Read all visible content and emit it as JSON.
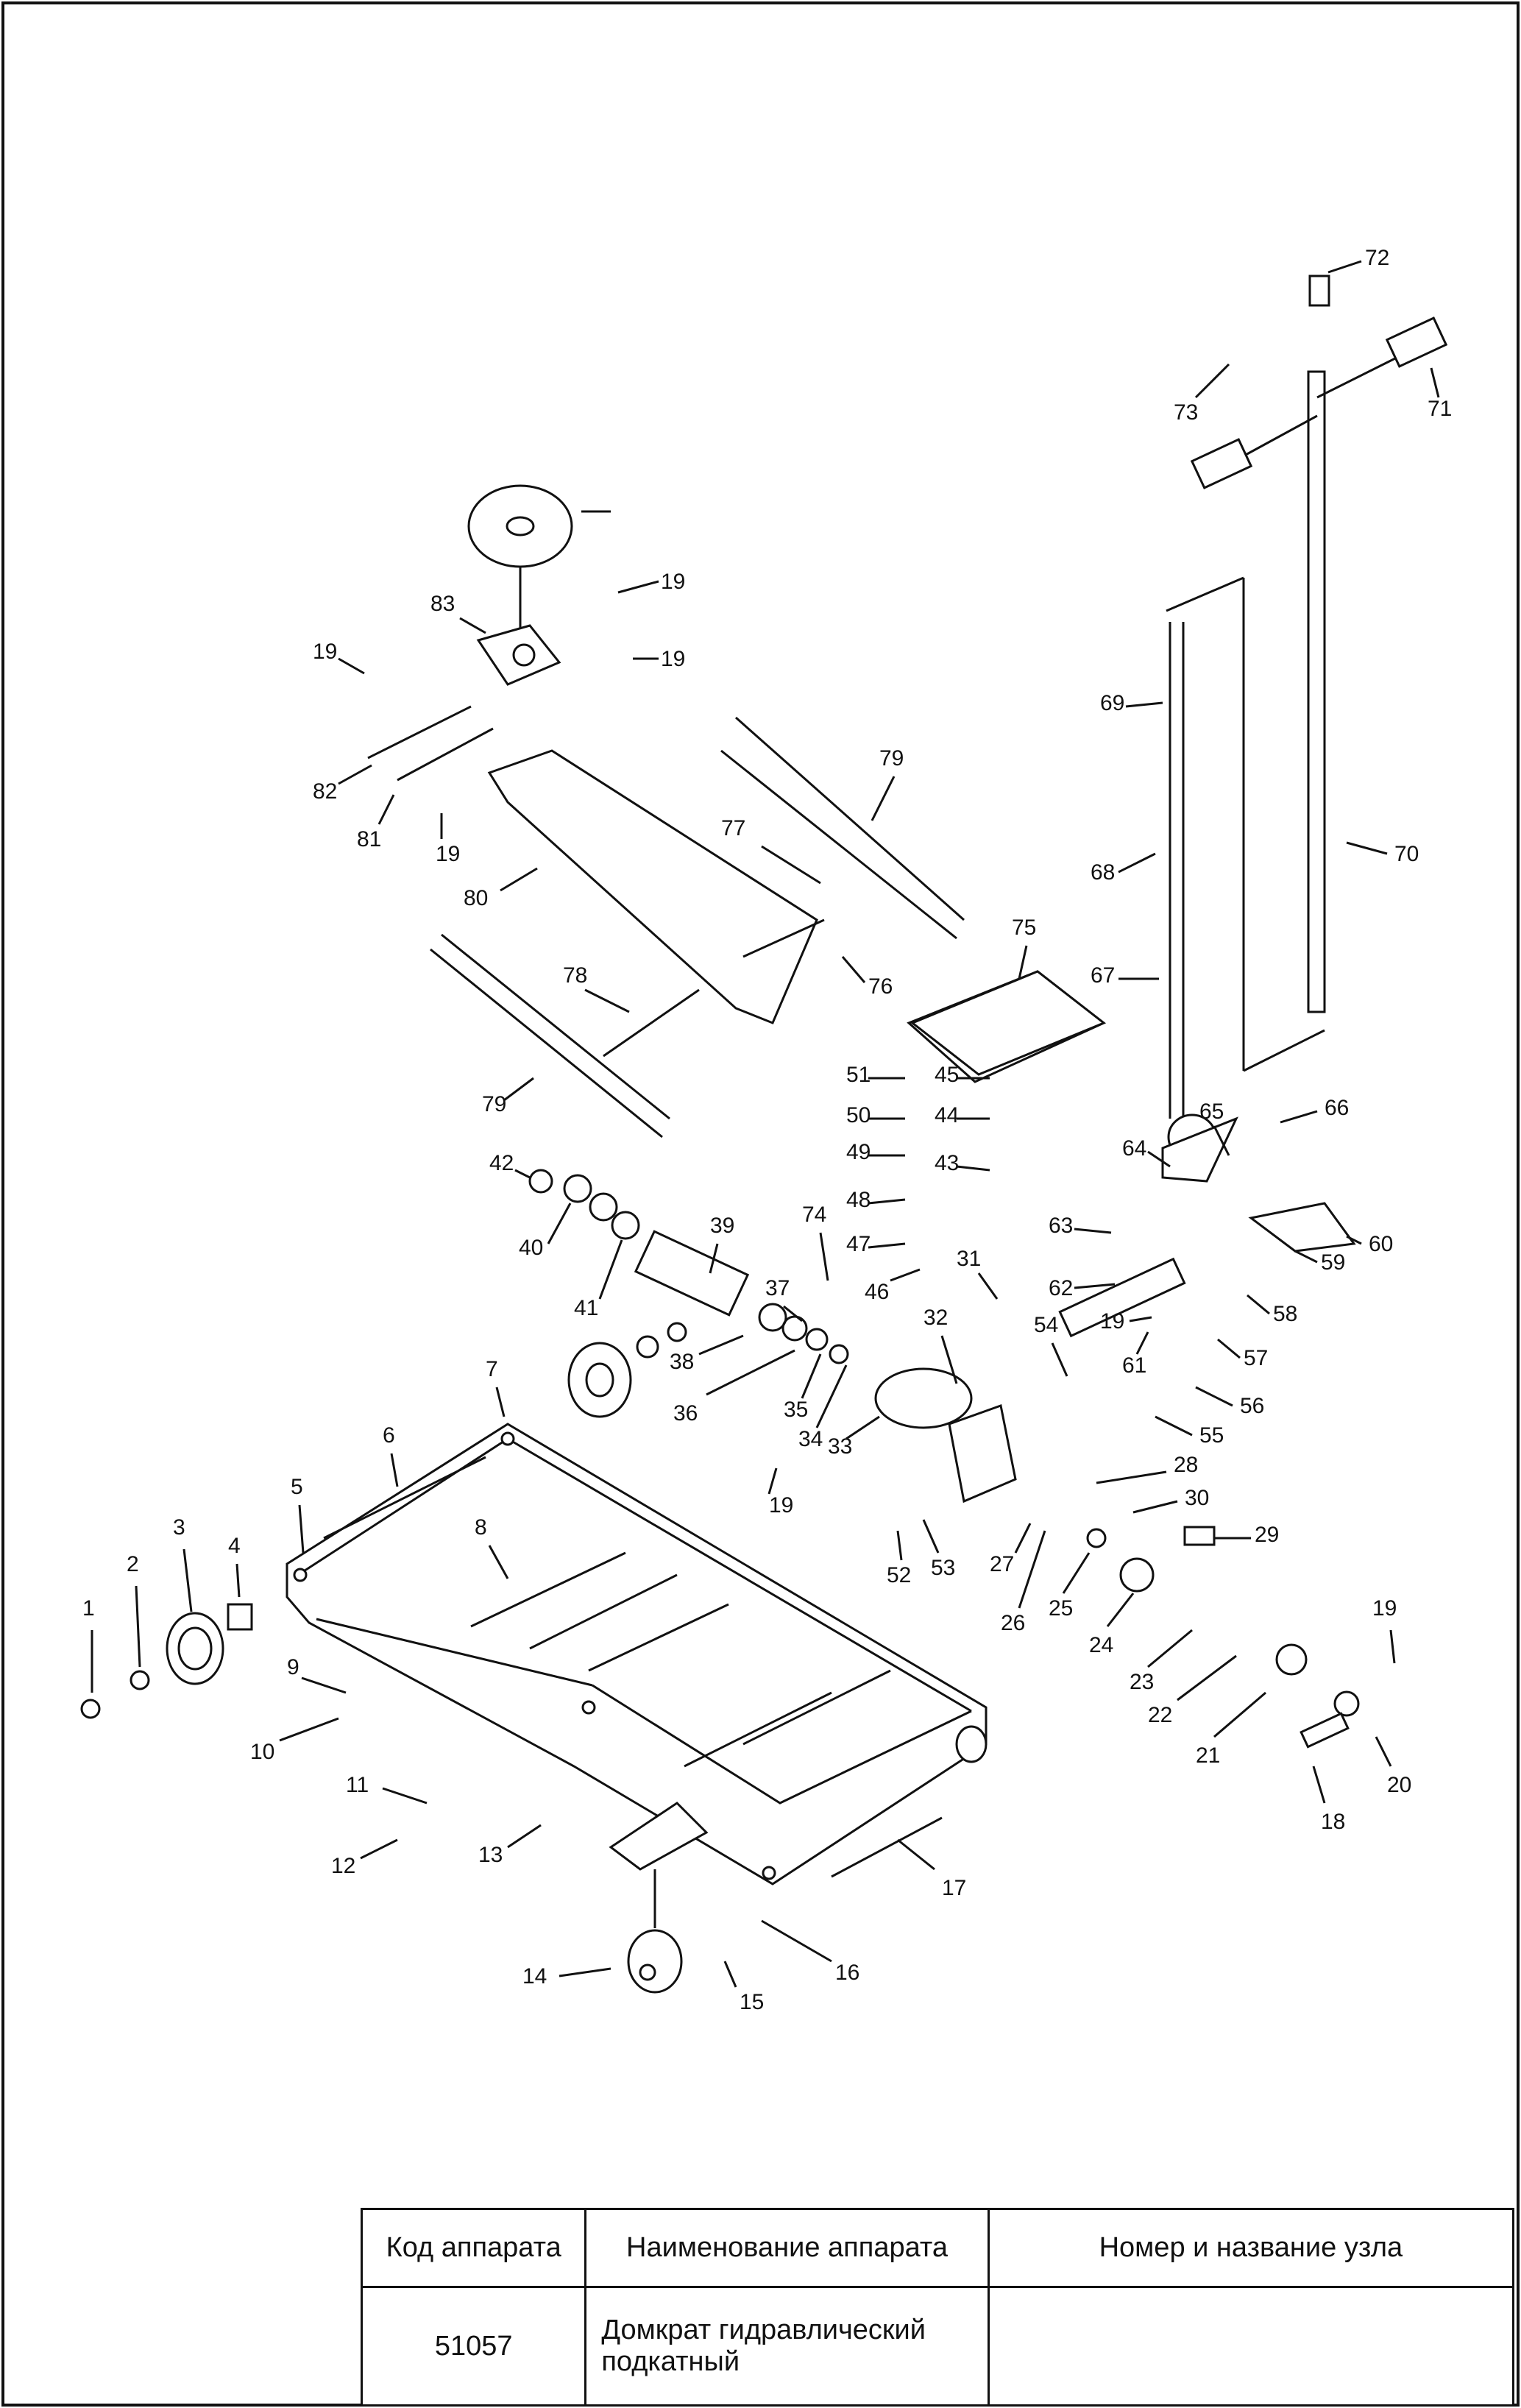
{
  "diagram": {
    "callouts": [
      "1",
      "2",
      "3",
      "4",
      "5",
      "6",
      "7",
      "8",
      "9",
      "10",
      "11",
      "12",
      "13",
      "14",
      "15",
      "16",
      "17",
      "18",
      "19",
      "20",
      "21",
      "22",
      "23",
      "24",
      "25",
      "26",
      "27",
      "28",
      "29",
      "30",
      "31",
      "32",
      "33",
      "34",
      "35",
      "36",
      "37",
      "38",
      "39",
      "40",
      "41",
      "42",
      "43",
      "44",
      "45",
      "46",
      "47",
      "48",
      "49",
      "50",
      "51",
      "52",
      "53",
      "54",
      "55",
      "56",
      "57",
      "58",
      "59",
      "60",
      "61",
      "62",
      "63",
      "64",
      "65",
      "66",
      "67",
      "68",
      "69",
      "70",
      "71",
      "72",
      "73",
      "74",
      "75",
      "76",
      "77",
      "78",
      "79",
      "80",
      "81",
      "82",
      "83"
    ]
  },
  "title_block": {
    "headers": {
      "code": "Код аппарата",
      "name": "Наименование аппарата",
      "node": "Номер и название узла"
    },
    "values": {
      "code": "51057",
      "name": "Домкрат гидравлический подкатный",
      "node": ""
    }
  }
}
